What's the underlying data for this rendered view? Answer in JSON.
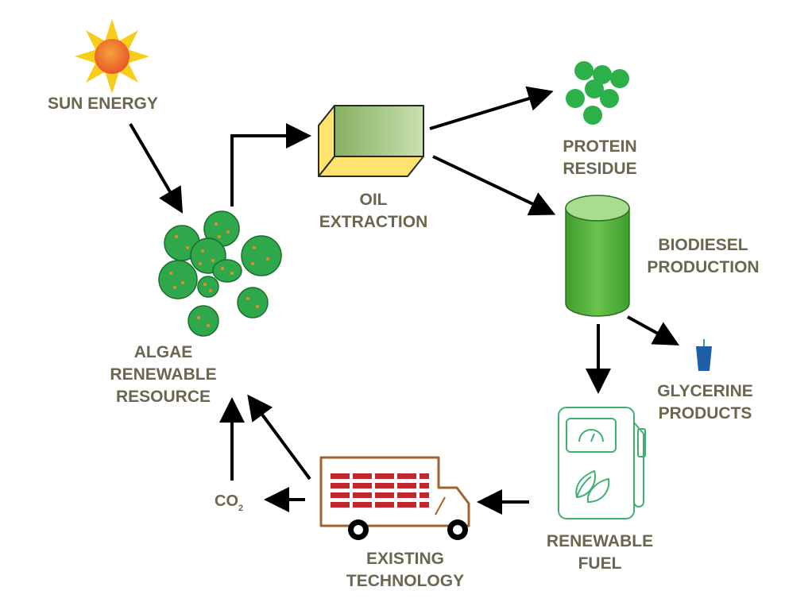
{
  "colors": {
    "label_text": "#6b6650",
    "arrow": "#000000",
    "algae_green": "#2ea84a",
    "cell_dot": "#f08a24",
    "box_green": "#a4c98a",
    "box_yellow": "#ffe36e",
    "cylinder_green": "#4cb13a",
    "pump_green": "#3fb071",
    "truck_brown": "#a0622e",
    "cargo_red": "#c0282d",
    "glycerine_blue": "#1f5fa8",
    "sun_yellow": "#f7cd1c",
    "sun_orange": "#ef6a24"
  },
  "nodes": {
    "sun": {
      "label": "SUN ENERGY",
      "icon": "sun-icon"
    },
    "oil_extraction": {
      "line1": "OIL",
      "line2": "EXTRACTION",
      "icon": "box-icon"
    },
    "protein_residue": {
      "line1": "PROTEIN",
      "line2": "RESIDUE",
      "icon": "protein-cluster-icon"
    },
    "biodiesel_production": {
      "line1": "BIODIESEL",
      "line2": "PRODUCTION",
      "icon": "cylinder-tank-icon"
    },
    "glycerine_products": {
      "line1": "GLYCERINE",
      "line2": "PRODUCTS",
      "icon": "cup-icon"
    },
    "renewable_fuel": {
      "line1": "RENEWABLE",
      "line2": "FUEL",
      "icon": "fuel-pump-icon"
    },
    "existing_technology": {
      "line1": "EXISTING",
      "line2": "TECHNOLOGY",
      "icon": "truck-icon"
    },
    "co2": {
      "main": "CO",
      "sub": "2"
    },
    "algae": {
      "line1": "ALGAE",
      "line2": "RENEWABLE",
      "line3": "RESOURCE",
      "icon": "algae-cells-icon"
    }
  }
}
